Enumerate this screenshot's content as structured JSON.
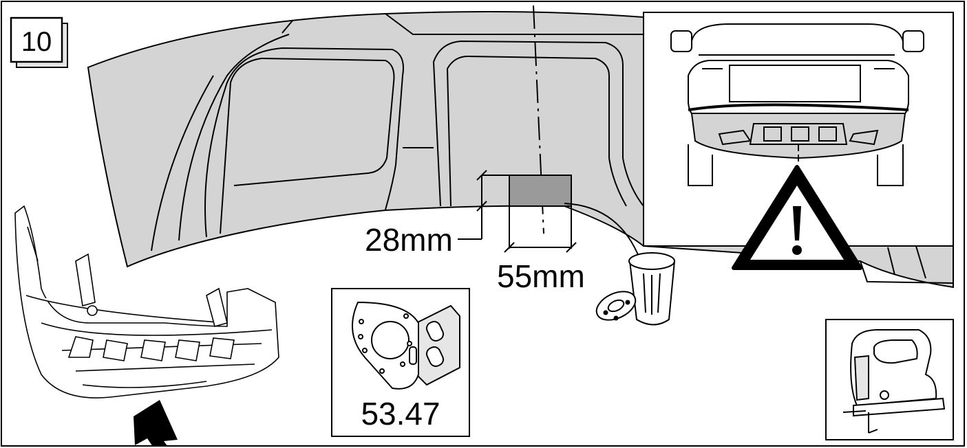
{
  "step": {
    "number": "10"
  },
  "dimensions": {
    "height_label": "28mm",
    "width_label": "55mm"
  },
  "part": {
    "number": "53.47"
  },
  "icons": {
    "warning": "warning-triangle-icon",
    "tool": "jigsaw-icon",
    "waste": "waste-bin-icon",
    "direction": "arrow-icon"
  },
  "colors": {
    "bumper_fill": "#d4d4d4",
    "cutout_fill": "#9a9a9a",
    "line": "#000000"
  }
}
